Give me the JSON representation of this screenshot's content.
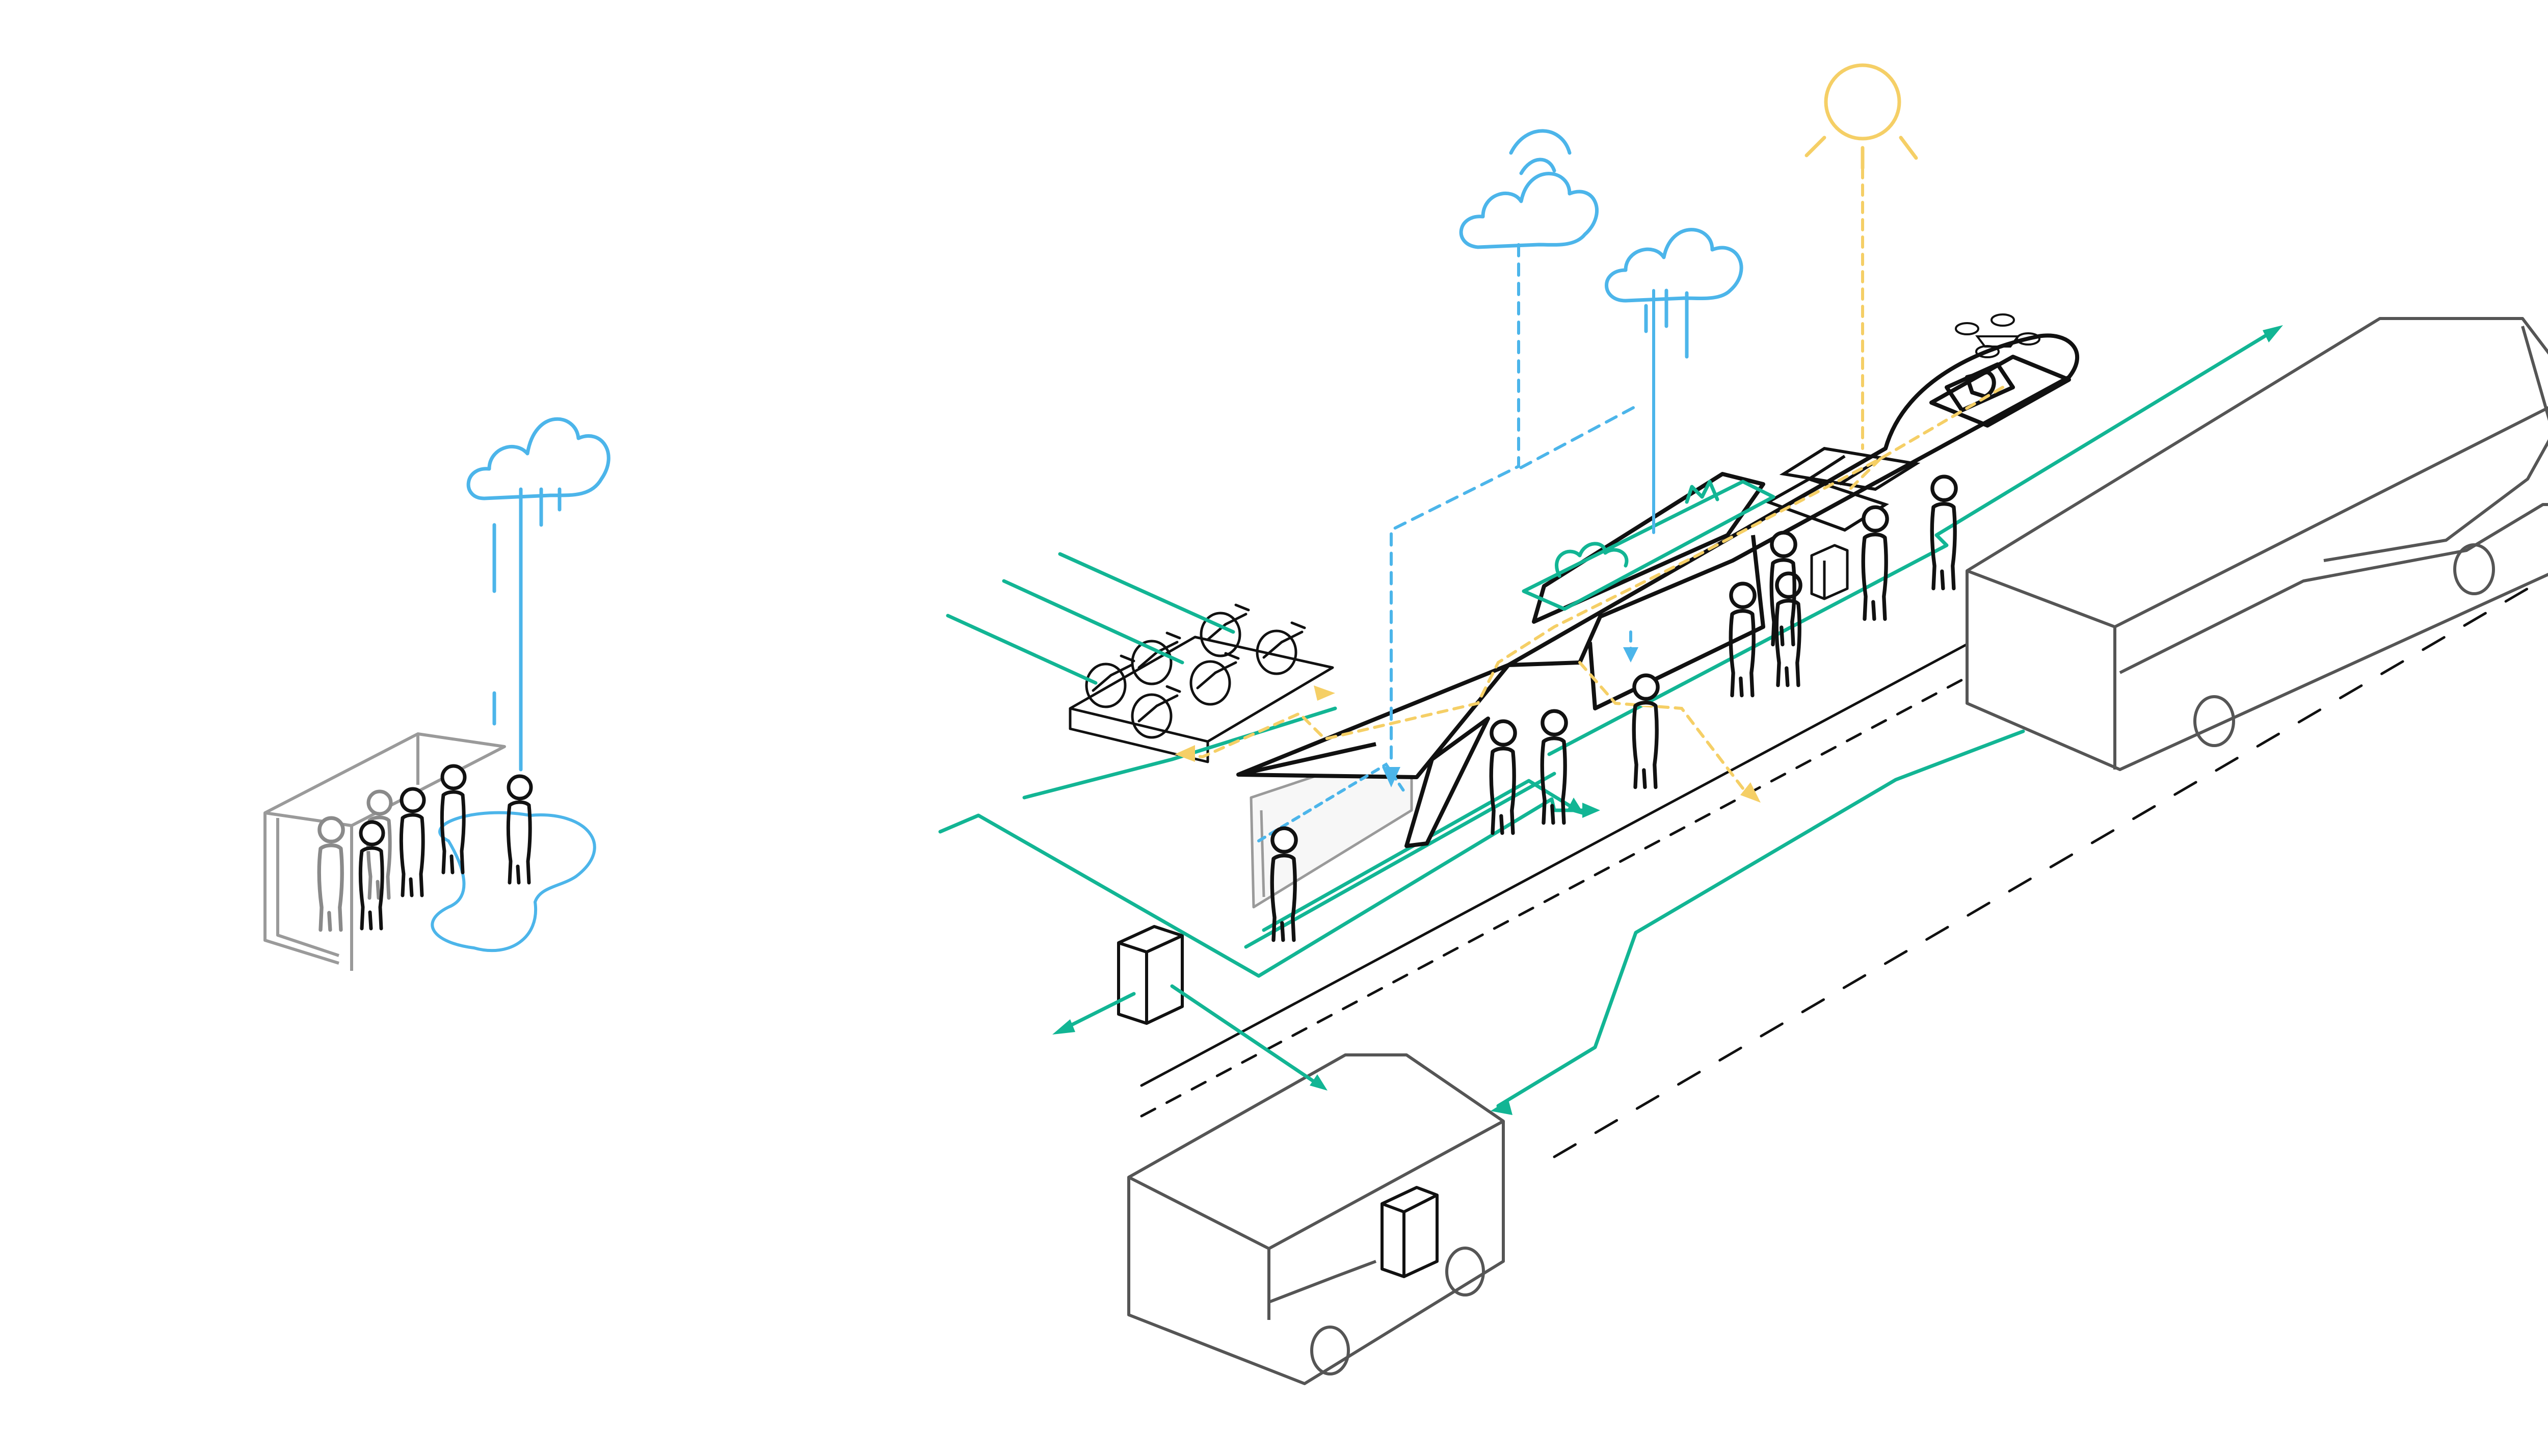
{
  "diagram": {
    "kind": "isometric infographic, no printed text",
    "palette": {
      "movement_flow": "#12b594",
      "water_flow": "#4cb5ea",
      "solar_flow": "#f5cf66",
      "structure_line": "#111111",
      "vehicle_line": "#555555",
      "background": "#ffffff"
    },
    "left_panel": {
      "elements": [
        "rain-cloud-icon",
        "rain-drop-lines",
        "bus-shelter",
        "puddle",
        "waiting-people"
      ],
      "people_count": 6
    },
    "main_panel": {
      "elements": [
        "sun-icon",
        "wifi-cloud-icon",
        "rain-cloud-icon",
        "green-roof-plants",
        "solar-panels",
        "drone-landing-pad",
        "drone-icon",
        "shelter-canopy",
        "bicycles",
        "parcel-locker",
        "bus",
        "delivery-van",
        "street-lanes"
      ],
      "bicycle_count": 6,
      "people_count": 9,
      "flow_colors": [
        "green",
        "blue",
        "yellow"
      ]
    }
  }
}
